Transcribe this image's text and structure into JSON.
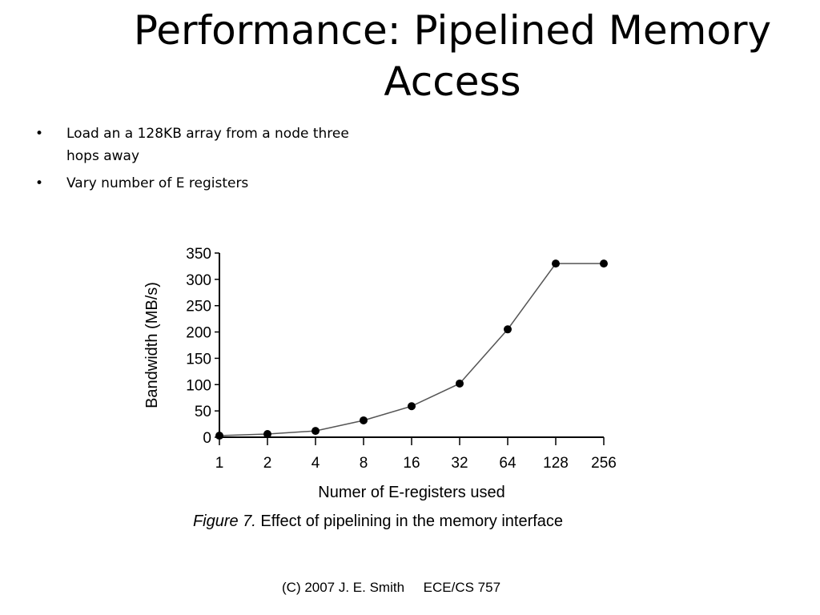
{
  "slide": {
    "title": "Performance: Pipelined Memory Access",
    "bullets": [
      "Load an a 128KB array from a node three hops away",
      "Vary number of  E registers"
    ],
    "bullet_glyph": "•"
  },
  "chart_data": {
    "type": "line",
    "x": [
      "1",
      "2",
      "4",
      "8",
      "16",
      "32",
      "64",
      "128",
      "256"
    ],
    "values": [
      3,
      6,
      12,
      32,
      59,
      102,
      205,
      330,
      330
    ],
    "xlabel": "Numer of E-registers used",
    "ylabel": "Bandwidth (MB/s)",
    "ylim": [
      0,
      350
    ],
    "yticks": [
      0,
      50,
      100,
      150,
      200,
      250,
      300,
      350
    ],
    "grid": false,
    "caption_prefix": "Figure 7.",
    "caption_text": " Effect of pipelining in the memory interface",
    "colors": {
      "line": "#555555",
      "marker": "#000000",
      "axis": "#000000"
    }
  },
  "footer": {
    "text": "(C) 2007 J. E. Smith     ECE/CS 757"
  }
}
